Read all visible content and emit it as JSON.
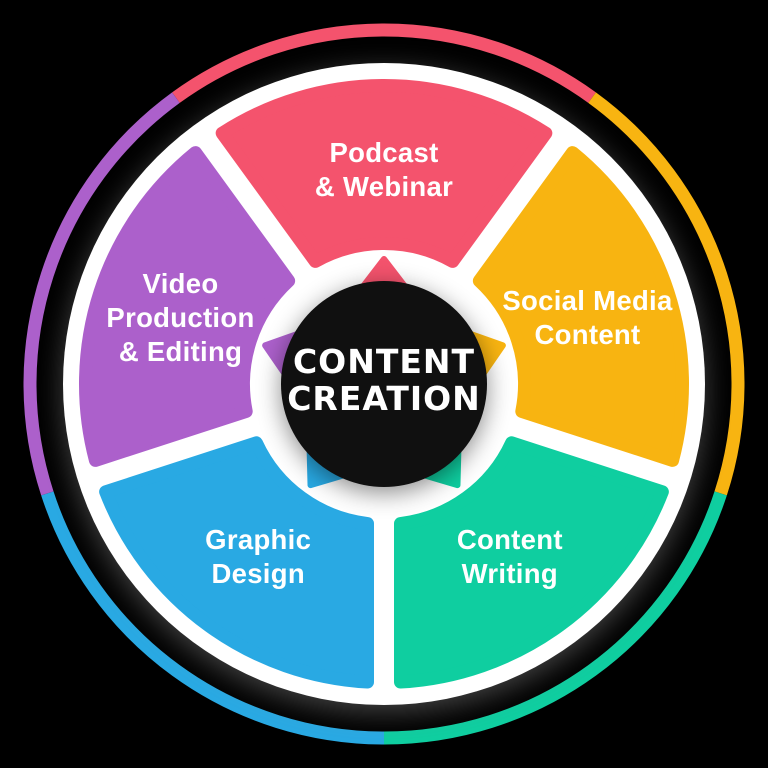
{
  "background_color": "#000000",
  "hub": {
    "title_lines": [
      "CONTENT",
      "CREATION"
    ],
    "color": "#101010",
    "text_color": "#FFFFFF"
  },
  "wheel": {
    "disc_color": "#FFFFFF",
    "label_text_color": "#FFFFFF",
    "segments": [
      {
        "id": "podcast-webinar",
        "label_lines": [
          "Podcast",
          "& Webinar"
        ],
        "color": "#F4536D",
        "mid_angle": -90
      },
      {
        "id": "social-media-content",
        "label_lines": [
          "Social Media",
          "Content"
        ],
        "color": "#F8B411",
        "mid_angle": -18
      },
      {
        "id": "content-writing",
        "label_lines": [
          "Content",
          "Writing"
        ],
        "color": "#0FCEA0",
        "mid_angle": 54
      },
      {
        "id": "graphic-design",
        "label_lines": [
          "Graphic",
          "Design"
        ],
        "color": "#29A9E3",
        "mid_angle": 126
      },
      {
        "id": "video-production-editing",
        "label_lines": [
          "Video",
          "Production",
          "& Editing"
        ],
        "color": "#AC60CB",
        "mid_angle": 198
      }
    ]
  }
}
